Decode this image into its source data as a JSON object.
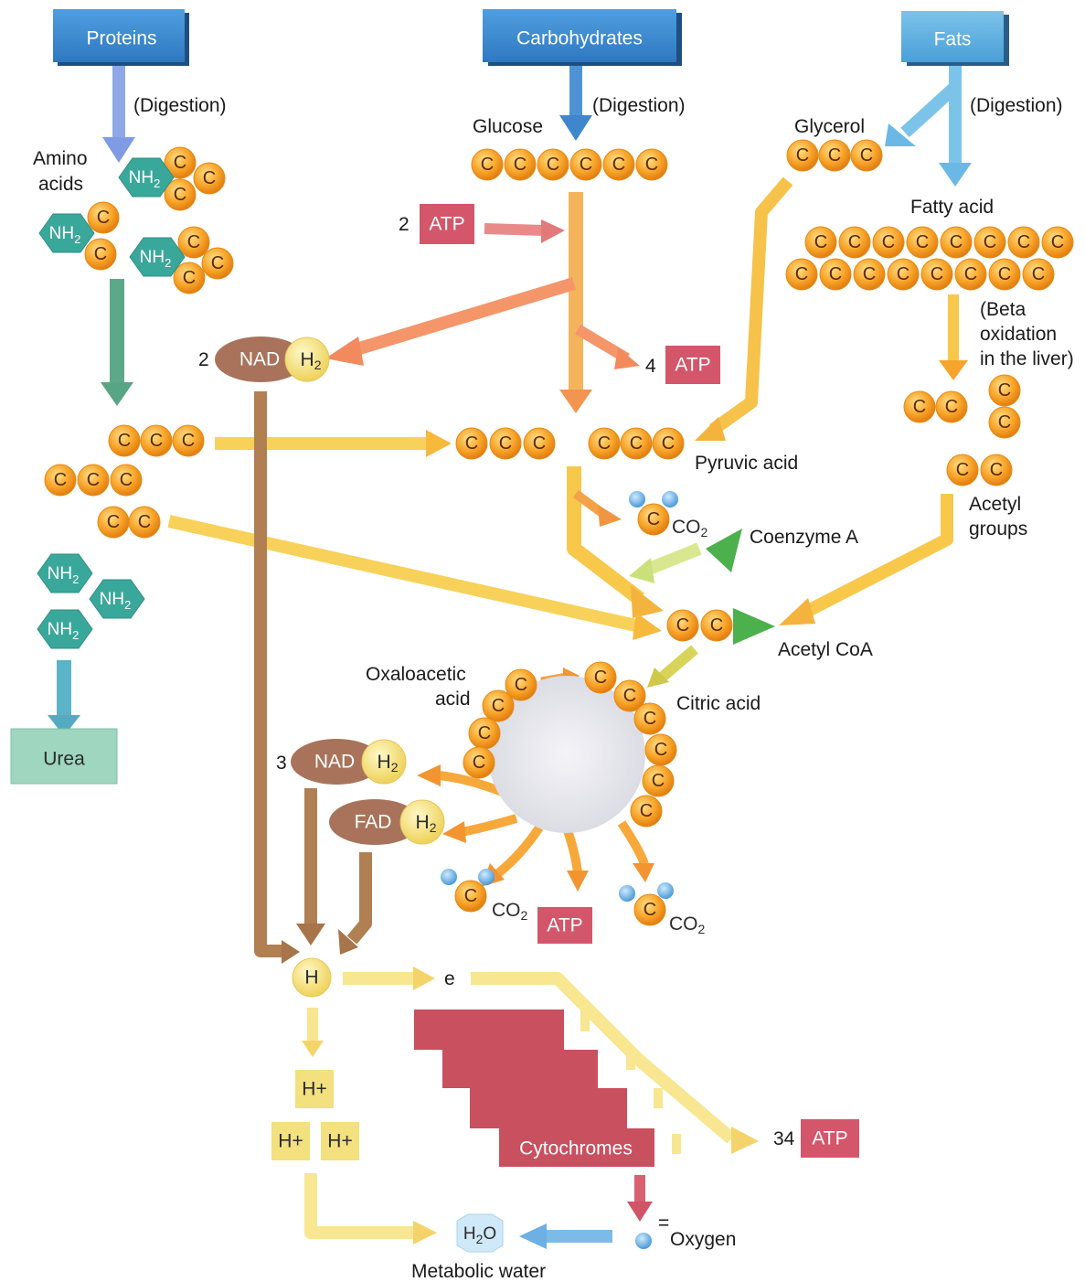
{
  "sources": {
    "proteins": "Proteins",
    "carbohydrates": "Carbohydrates",
    "fats": "Fats"
  },
  "labels": {
    "digestion": "(Digestion)",
    "glucose": "Glucose",
    "glycerol": "Glycerol",
    "amino_acids_line1": "Amino",
    "amino_acids_line2": "acids",
    "fatty_acid": "Fatty acid",
    "beta_line1": "(Beta",
    "beta_line2": "oxidation",
    "beta_line3": "in the liver)",
    "pyruvic_acid": "Pyruvic acid",
    "acetyl_groups_line1": "Acetyl",
    "acetyl_groups_line2": "groups",
    "coenzyme_a": "Coenzyme A",
    "acetyl_coa": "Acetyl CoA",
    "oxaloacetic_line1": "Oxaloacetic",
    "oxaloacetic_line2": "acid",
    "citric_acid": "Citric acid",
    "urea": "Urea",
    "cytochromes": "Cytochromes",
    "oxygen": "Oxygen",
    "metabolic_water": "Metabolic water",
    "equals": "="
  },
  "molecules": {
    "carbon": "C",
    "nh": "NH",
    "two": "2",
    "co": "CO",
    "nad": "NAD",
    "fad": "FAD",
    "h": "H",
    "h_plus": "H+",
    "e": "e",
    "atp": "ATP",
    "h2o_h": "H",
    "h2o_o": "O"
  },
  "counts": {
    "glycolysis_atp_in": "2",
    "glycolysis_nadh": "2",
    "glycolysis_atp_out": "4",
    "krebs_nadh": "3",
    "etc_atp": "34"
  },
  "colors": {
    "source_box": "#3d8ed0",
    "carbon": "#f39a1e",
    "amino": "#3aa79b",
    "atp_box": "#d4566a",
    "nad": "#a8735a",
    "h_circle": "#f2e07a",
    "urea_box": "#9fd6bf",
    "cytochrome": "#c9505f",
    "oxygen": "#5aa8e0"
  }
}
